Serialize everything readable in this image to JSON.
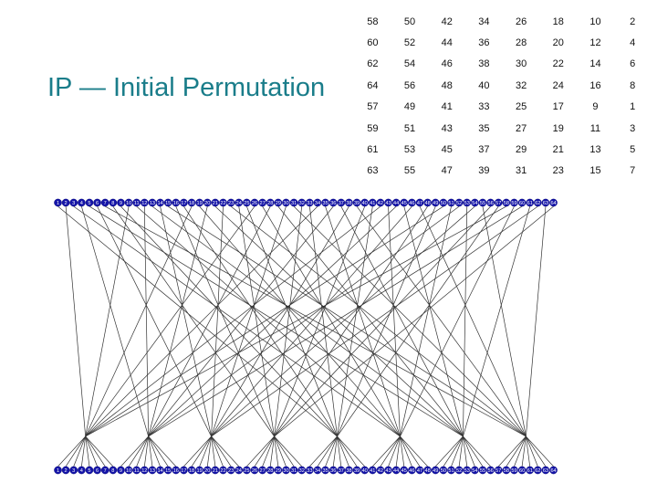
{
  "title": "IP — Initial Permutation",
  "table": {
    "rows": [
      [
        "58",
        "50",
        "42",
        "34",
        "26",
        "18",
        "10",
        "2"
      ],
      [
        "60",
        "52",
        "44",
        "36",
        "28",
        "20",
        "12",
        "4"
      ],
      [
        "62",
        "54",
        "46",
        "38",
        "30",
        "22",
        "14",
        "6"
      ],
      [
        "64",
        "56",
        "48",
        "40",
        "32",
        "24",
        "16",
        "8"
      ],
      [
        "57",
        "49",
        "41",
        "33",
        "25",
        "17",
        "9",
        "1"
      ],
      [
        "59",
        "51",
        "43",
        "35",
        "27",
        "19",
        "11",
        "3"
      ],
      [
        "61",
        "53",
        "45",
        "37",
        "29",
        "21",
        "13",
        "5"
      ],
      [
        "63",
        "55",
        "47",
        "39",
        "31",
        "23",
        "15",
        "7"
      ]
    ]
  },
  "diagram": {
    "input_bits": [
      "1",
      "2",
      "3",
      "4",
      "5",
      "6",
      "7",
      "8",
      "9",
      "10",
      "11",
      "12",
      "13",
      "14",
      "15",
      "16",
      "17",
      "18",
      "19",
      "20",
      "21",
      "22",
      "23",
      "24",
      "25",
      "26",
      "27",
      "28",
      "29",
      "30",
      "31",
      "32",
      "33",
      "34",
      "35",
      "36",
      "37",
      "38",
      "39",
      "40",
      "41",
      "42",
      "43",
      "44",
      "45",
      "46",
      "47",
      "48",
      "49",
      "50",
      "51",
      "52",
      "53",
      "54",
      "55",
      "56",
      "57",
      "58",
      "59",
      "60",
      "61",
      "62",
      "63",
      "64"
    ],
    "output_bits": [
      "1",
      "2",
      "3",
      "4",
      "5",
      "6",
      "7",
      "8",
      "9",
      "10",
      "11",
      "12",
      "13",
      "14",
      "15",
      "16",
      "17",
      "18",
      "19",
      "20",
      "21",
      "22",
      "23",
      "24",
      "25",
      "26",
      "27",
      "28",
      "29",
      "30",
      "31",
      "32",
      "33",
      "34",
      "35",
      "36",
      "37",
      "38",
      "39",
      "40",
      "41",
      "42",
      "43",
      "44",
      "45",
      "46",
      "47",
      "48",
      "49",
      "50",
      "51",
      "52",
      "53",
      "54",
      "55",
      "56",
      "57",
      "58",
      "59",
      "60",
      "61",
      "62",
      "63",
      "64"
    ],
    "permutation": [
      58,
      50,
      42,
      34,
      26,
      18,
      10,
      2,
      60,
      52,
      44,
      36,
      28,
      20,
      12,
      4,
      62,
      54,
      46,
      38,
      30,
      22,
      14,
      6,
      64,
      56,
      48,
      40,
      32,
      24,
      16,
      8,
      57,
      49,
      41,
      33,
      25,
      17,
      9,
      1,
      59,
      51,
      43,
      35,
      27,
      19,
      11,
      3,
      61,
      53,
      45,
      37,
      29,
      21,
      13,
      5,
      63,
      55,
      47,
      39,
      31,
      23,
      15,
      7
    ],
    "node_color": "#1414a8",
    "line_color": "#333333"
  }
}
